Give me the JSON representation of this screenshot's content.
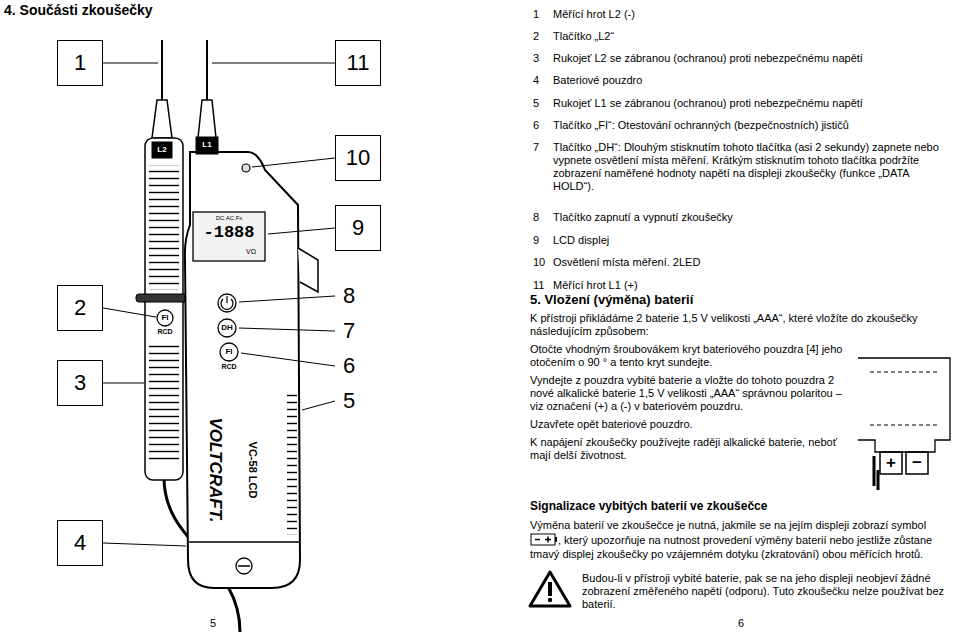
{
  "diagram": {
    "title": "4. Součásti zkoušečky",
    "nodes": [
      {
        "text": [
          "1"
        ]
      },
      {
        "text": [
          "11"
        ]
      },
      {
        "text": [
          "10"
        ]
      },
      {
        "text": [
          "9"
        ]
      },
      {
        "text": [
          "2"
        ]
      },
      {
        "text": [
          "3"
        ]
      },
      {
        "text": [
          "4"
        ]
      }
    ],
    "labels": [
      "1",
      "Měřící hrot L2 (-)",
      "2",
      "Tlačítko „L2“",
      "3",
      "Rukojeť L2 se zábranou (ochranou) proti nebezpečnému napětí",
      "4",
      "Bateriové pouzdro",
      "5",
      "Rukojeť L1 se zábranou (ochranou) proti nebezpečnému napětí",
      "6",
      "Tlačítko „FI“: Otestování ochranných (bezpečnostních) jističů",
      "7",
      "Tlačítko „DH“: Dlouhým stisknutím tohoto tlačítka (asi 2 sekundy) zapnete nebo vypnete osvětlení místa měření. Krátkým stisknutím tohoto tlačítka podržíte zobrazení naměřené hodnoty napětí na displeji zkoušečky (funkce „DATA HOLD“).",
      "8",
      "Tlačítko zapnutí a vypnutí zkoušečky",
      "9",
      "LCD displej",
      "10",
      "Osvětlení místa měření. 2LED",
      "11",
      "Měřící hrot L1 (+)",
      "5. Vložení (výměna) baterií",
      "K přístroji přikládáme 2 baterie 1,5 V velikosti „AAA“, které vložíte do zkoušečky následujícím způsobem:",
      "Otočte vhodným šroubovákem kryt bateriového pouzdra [4] jeho otočením o 90 ° a tento kryt sundejte.",
      "Vyndejte z pouzdra vybité baterie a vložte do tohoto pouzdra 2 nové alkalické baterie 1,5 V velikosti „AAA“ správnou polaritou – viz označení (+) a (-) v bateriovém pouzdru.",
      "Uzavřete opět bateriové pouzdro.",
      "K napájení zkoušečky používejte raději alkalické baterie, neboť mají delší životnost.",
      "+",
      "−",
      "Signalizace vybitých baterií ve zkoušečce",
      "Výměna baterií ve zkoušečce je nutná, jakmile se na jejím displeji zobrazí symbol",
      ", který upozorňuje na nutnost provedení výměny baterií nebo jestliže zůstane tmavý displej zkoušečky po vzájemném dotyku (zkratování) obou měřících hrotů.",
      "Budou-li v přístroji vybité baterie, pak se na jeho displeji neobjeví žádné zobrazení změřeného napětí (odporu). Tuto zkoušečku nelze používat bez baterií.",
      "5",
      "6",
      "8",
      "7",
      "6",
      "5",
      "L2",
      "L1",
      "DC AC Fx",
      "-1888",
      "VΩ",
      "FI",
      "RCD",
      "DH",
      "FI",
      "RCD",
      "VC-58 LCD",
      "VOLTCRAFT."
    ]
  }
}
